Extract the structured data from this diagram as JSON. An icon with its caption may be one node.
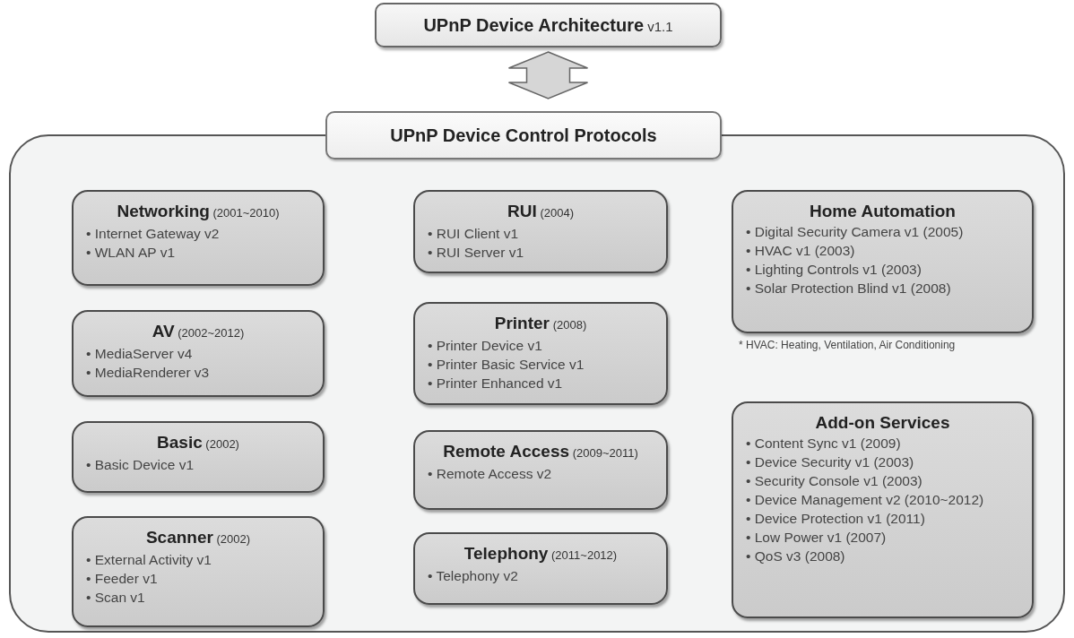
{
  "diagram": {
    "nodes": [
      {
        "text": [
          "**UPnP Device Architecture** v1.1"
        ]
      },
      {
        "text": [
          "UPnP Device Control Protocols"
        ]
      },
      {
        "text": [
          "**Networking** (2001~2010)",
          "• Internet Gateway v2",
          "• WLAN AP v1"
        ],
        "in": 1
      },
      {
        "text": [
          "**AV** (2002~2012)",
          "• MediaServer v4",
          "• MediaRenderer v3"
        ],
        "in": 1
      },
      {
        "text": [
          "**Basic** (2002)",
          "• Basic Device v1"
        ],
        "in": 1
      },
      {
        "text": [
          "**Scanner** (2002)",
          "• External Activity v1",
          "• Feeder v1",
          "• Scan v1"
        ],
        "in": 1
      },
      {
        "text": [
          "**RUI** (2004)",
          "• RUI Client v1",
          "• RUI Server v1"
        ],
        "in": 1
      },
      {
        "text": [
          "**Printer** (2008)",
          "• Printer Device v1",
          "• Printer Basic Service v1",
          "• Printer Enhanced v1"
        ],
        "in": 1
      },
      {
        "text": [
          "**Remote Access** (2009~2011)",
          "• Remote Access v2"
        ],
        "in": 1
      },
      {
        "text": [
          "**Telephony** (2011~2012)",
          "• Telephony v2"
        ],
        "in": 1
      },
      {
        "text": [
          "Home Automation",
          "• Digital Security Camera v1 (2005)",
          "• HVAC v1 (2003)",
          "• Lighting Controls v1 (2003)",
          "• Solar Protection Blind v1 (2008)"
        ],
        "in": 1,
        "beside": [
          "* HVAC: Heating, Ventilation, Air Conditioning"
        ]
      },
      {
        "text": [
          "Add-on Services",
          "• Content Sync v1 (2009)",
          "• Device Security v1 (2003)",
          "• Security Console v1 (2003)",
          "• Device Management v2 (2010~2012)",
          "• Device Protection v1 (2011)",
          "• Low Power v1 (2007)",
          "• QoS v3 (2008)"
        ],
        "in": 1
      }
    ],
    "edges": [
      {
        "from": 0,
        "to": 1,
        "arrow": "both"
      }
    ]
  }
}
